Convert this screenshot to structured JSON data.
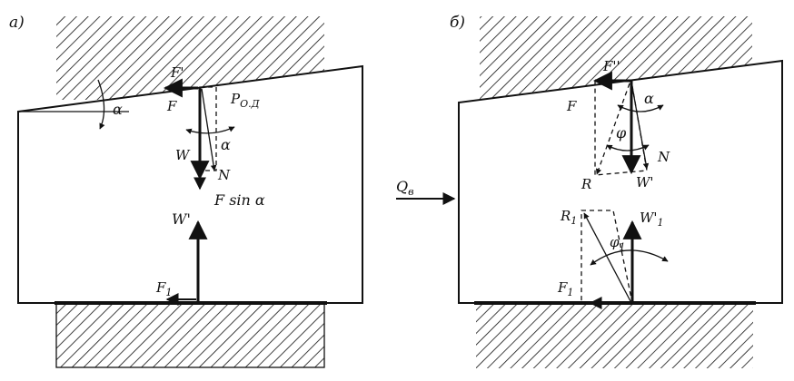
{
  "panels": {
    "a": {
      "panel_label": "а)",
      "labels": {
        "f_prime": "F'",
        "f": "F",
        "alpha_left": "α",
        "p_od": "P",
        "p_od_sub": "О.Д",
        "alpha_right": "α",
        "w": "W",
        "n": "N",
        "f_sin_alpha": "F sin α",
        "w_prime": "W'",
        "f1": "F",
        "f1_sub": "1"
      }
    },
    "b": {
      "panel_label": "б)",
      "labels": {
        "q_b": "Q",
        "q_b_sub": "в",
        "f_double_prime": "F''",
        "f": "F",
        "alpha": "α",
        "phi": "φ",
        "n": "N",
        "r": "R",
        "w_prime": "W'",
        "r1": "R",
        "r1_sub": "1",
        "w1_prime": "W'",
        "w1_sub": "1",
        "phi1": "φ",
        "phi1_sub": "1",
        "f1": "F",
        "f1_sub": "1"
      }
    }
  }
}
